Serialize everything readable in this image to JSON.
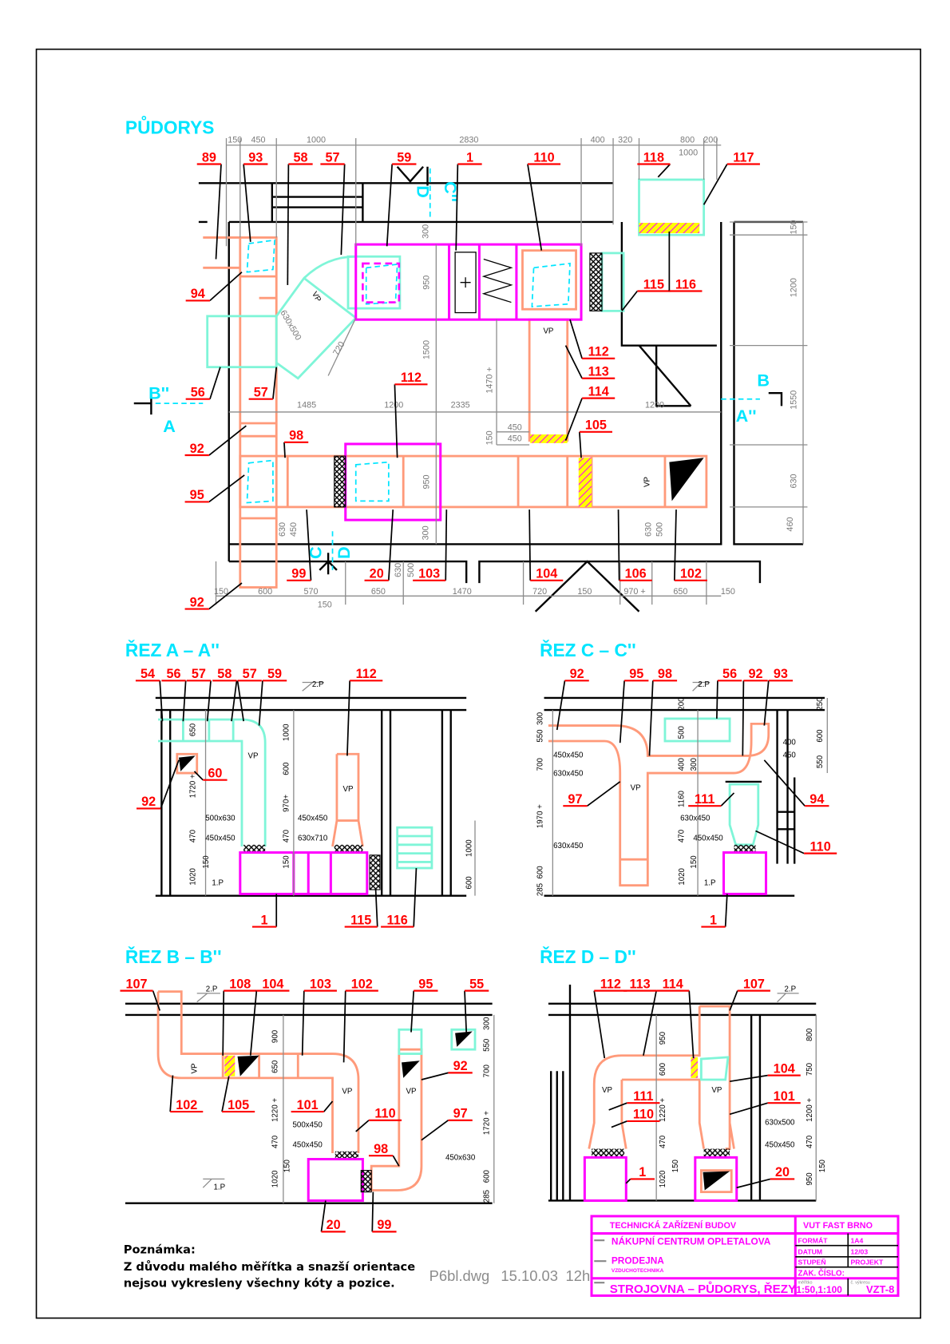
{
  "plan": {
    "title": "PŮDORYS",
    "callouts": [
      "89",
      "93",
      "58",
      "57",
      "59",
      "1",
      "110",
      "118",
      "117",
      "94",
      "115",
      "116",
      "56",
      "57",
      "112",
      "112",
      "113",
      "114",
      "92",
      "98",
      "105",
      "95",
      "99",
      "20",
      "103",
      "104",
      "106",
      "102",
      "92"
    ],
    "dims": [
      "150",
      "450",
      "1000",
      "2830",
      "400",
      "320",
      "800",
      "200",
      "1000",
      "150",
      "600",
      "570",
      "150",
      "650",
      "1470",
      "720",
      "150",
      "970 +",
      "650",
      "150",
      "1485",
      "1200",
      "2335",
      "1200",
      "150",
      "1200",
      "1550",
      "630",
      "460",
      "300",
      "950",
      "1500",
      "1470 +",
      "450",
      "450",
      "150",
      "950",
      "300",
      "630",
      "450",
      "630",
      "500",
      "630",
      "500",
      "720",
      "630x500"
    ],
    "markers": [
      "B''",
      "A",
      "B",
      "A''",
      "D",
      "C''",
      "C",
      "D"
    ],
    "vp_labels": [
      "VP",
      "VP",
      "VP"
    ]
  },
  "section_a": {
    "title": "ŘEZ A – A''",
    "callouts": [
      "54",
      "56",
      "57",
      "58",
      "57",
      "59",
      "112",
      "60",
      "92",
      "1",
      "115",
      "116"
    ],
    "labels": [
      "2.P",
      "1.P",
      "VP",
      "VP",
      "500x630",
      "450x450",
      "450x450",
      "630x710",
      "650",
      "1720 +",
      "470",
      "150",
      "1020",
      "1000",
      "600",
      "970+",
      "470",
      "150",
      "1000",
      "600"
    ]
  },
  "section_c": {
    "title": "ŘEZ C – C''",
    "callouts": [
      "92",
      "95",
      "98",
      "56",
      "92",
      "93",
      "97",
      "111",
      "94",
      "110",
      "1"
    ],
    "labels": [
      "2.P",
      "1.P",
      "VP",
      "450x450",
      "630x450",
      "630x450",
      "630x450",
      "450x450",
      "300",
      "550",
      "700",
      "1970 +",
      "600",
      "285",
      "200",
      "500",
      "400",
      "300",
      "1160",
      "470",
      "150",
      "1020",
      "250",
      "600",
      "400",
      "450",
      "550"
    ]
  },
  "section_b": {
    "title": "ŘEZ B – B''",
    "callouts": [
      "107",
      "108",
      "104",
      "103",
      "102",
      "95",
      "55",
      "92",
      "102",
      "105",
      "101",
      "110",
      "97",
      "98",
      "20",
      "99"
    ],
    "labels": [
      "2.P",
      "1.P",
      "VP",
      "VP",
      "VP",
      "500x450",
      "450x450",
      "450x630",
      "900",
      "650",
      "1220 +",
      "470",
      "150",
      "1020",
      "300",
      "550",
      "700",
      "1720 +",
      "600",
      "285"
    ]
  },
  "section_d": {
    "title": "ŘEZ D – D''",
    "callouts": [
      "112",
      "113",
      "114",
      "107",
      "104",
      "111",
      "110",
      "101",
      "1",
      "20"
    ],
    "labels": [
      "2.P",
      "VP",
      "VP",
      "630x500",
      "450x450",
      "950",
      "600",
      "1220 +",
      "470",
      "150",
      "1020",
      "800",
      "750",
      "1200 +",
      "470",
      "150",
      "950"
    ]
  },
  "note": {
    "heading": "Poznámka:",
    "line1": "Z důvodu malého měřítka a snazší orientace",
    "line2": "nejsou vykresleny všechny kóty a pozice."
  },
  "file_info": {
    "file": "P6bl.dwg",
    "date": "15.10.03",
    "time": "12h"
  },
  "title_block": {
    "subject": "TECHNICKÁ ZAŘÍZENÍ BUDOV",
    "school": "VUT FAST BRNO",
    "project": "NÁKUPNÍ CENTRUM OPLETALOVA",
    "part": "PRODEJNA",
    "part_sub": "VZDUCHOTECHNIKA",
    "drawing": "STROJOVNA – PŮDORYS, ŘEZY",
    "format_label": "FORMÁT",
    "format": "1A4",
    "date_label": "DATUM",
    "date": "12/03",
    "stage_label": "STUPEŇ",
    "stage": "PROJEKT",
    "order_label": "ZAK. ČÍSLO:",
    "scale_label": "měřítko",
    "scale": "1:50,1:100",
    "number_label": "č. výkresu",
    "number": "VZT-8"
  },
  "colors": {
    "duct": "#ff9a7a",
    "fresh_air": "#7ff5d8",
    "unit": "#ff00ff",
    "callout": "#ff0000",
    "section_title": "#00e5ff"
  }
}
